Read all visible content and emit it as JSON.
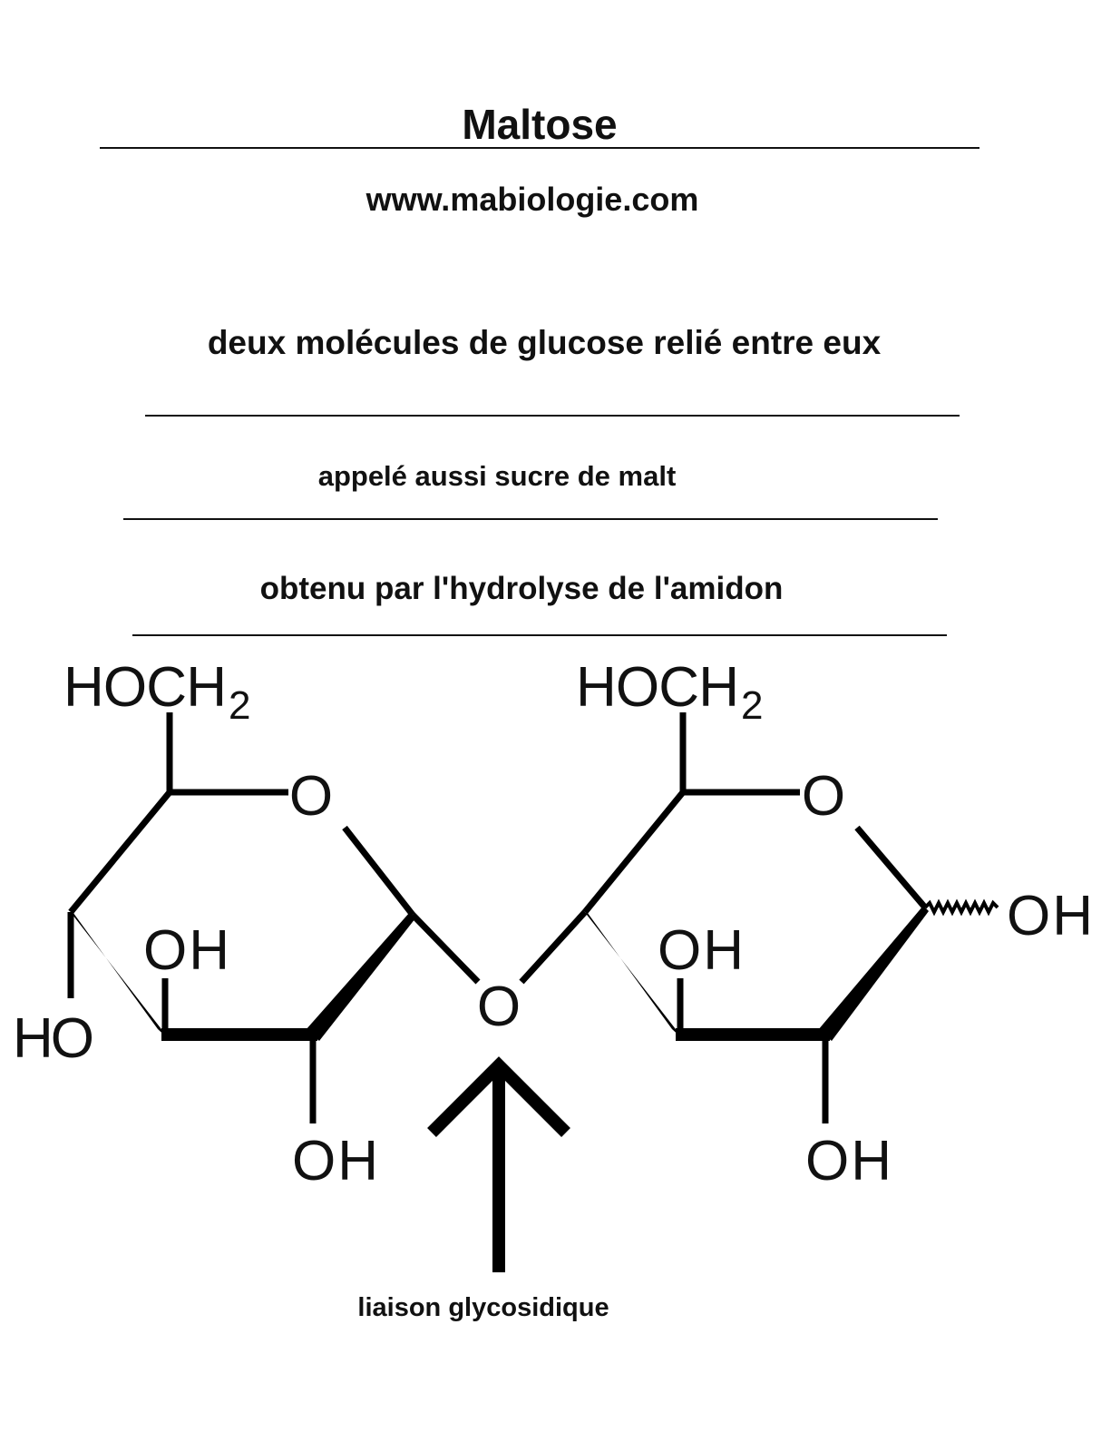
{
  "header": {
    "title": "Maltose",
    "website": "www.mabiologie.com"
  },
  "notes": [
    "deux molécules de glucose relié entre eux",
    "appelé aussi sucre de malt",
    "obtenu par l'hydrolyse de l'amidon"
  ],
  "molecule": {
    "left_ring": {
      "hoch2": "HOCH",
      "hoch2_sub": "2",
      "ring_oxygen": "O",
      "oh_c4": "HO",
      "oh_c3": "OH",
      "oh_c2": "OH"
    },
    "bridge_oxygen": "O",
    "right_ring": {
      "hoch2": "HOCH",
      "hoch2_sub": "2",
      "ring_oxygen": "O",
      "oh_c1": "OH",
      "oh_c3": "OH",
      "oh_c2": "OH"
    }
  },
  "annotation": {
    "label": "liaison glycosidique"
  }
}
